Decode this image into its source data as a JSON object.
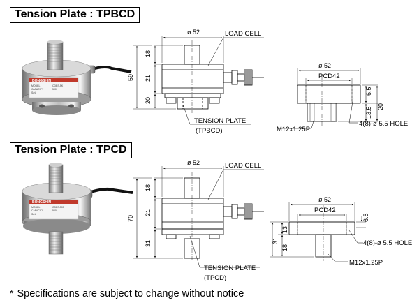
{
  "section1": {
    "title": "Tension Plate : TPBCD",
    "photo": {
      "brand": "BONGSHIN",
      "model_line": "MODEL",
      "model": "CDES-5K",
      "capacity_line": "CAPACITY",
      "capacity": "500",
      "sn_line": "S/N"
    },
    "side": {
      "dia": "ø 52",
      "load_cell": "LOAD CELL",
      "h18": "18",
      "h21": "21",
      "h20": "20",
      "h59": "59",
      "tension_plate": "TENSION PLATE",
      "model_paren": "(TPBCD)"
    },
    "plate": {
      "dia": "ø 52",
      "pcd": "PCD42",
      "h65": "6.5",
      "h135": "13.5",
      "h20": "20",
      "thread": "M12x1.25P",
      "hole": "4(8)-ø 5.5 HOLE"
    }
  },
  "section2": {
    "title": "Tension Plate : TPCD",
    "photo": {
      "brand": "BONGSHIN",
      "model_line": "MODEL",
      "model": "CDES-500",
      "capacity_line": "CAPACITY",
      "capacity": "500",
      "sn_line": "S/N"
    },
    "side": {
      "dia": "ø 52",
      "load_cell": "LOAD CELL",
      "h18": "18",
      "h21": "21",
      "h31": "31",
      "h70": "70",
      "tension_plate": "TENSION PLATE",
      "model_paren": "(TPCD)"
    },
    "plate": {
      "dia": "ø 52",
      "pcd": "PCD42",
      "h65": "6.5",
      "h13": "13",
      "h18": "18",
      "h31": "31",
      "thread": "M12x1.25P",
      "hole": "4(8)-ø 5.5 HOLE"
    }
  },
  "footnote": {
    "star": "*",
    "text": "Specifications are subject to change without notice"
  }
}
